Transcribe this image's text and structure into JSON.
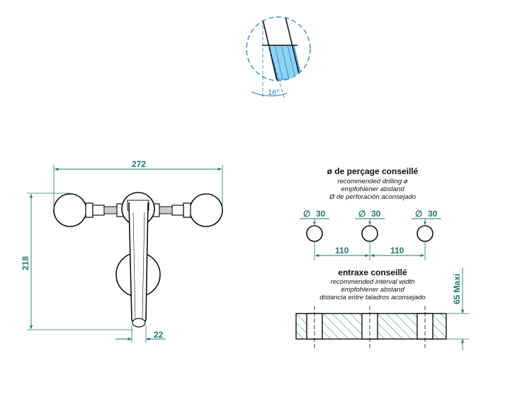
{
  "detail": {
    "angle": "16°"
  },
  "tap": {
    "width": "272",
    "height": "218",
    "spout": "22"
  },
  "drilling": {
    "title": "ø de perçage conseillé",
    "lines": [
      "recommended drilling ø",
      "empfohlener abstand",
      "Ø de perforación aconsejado"
    ],
    "diam_symbol": "∅",
    "diam": "30",
    "spacing": "110"
  },
  "interval": {
    "title": "entraxe conseillé",
    "lines": [
      "recommended interval width",
      "empfohlener abstand",
      "distancia entre taladros aconsejado"
    ],
    "max": "65 Maxi"
  },
  "colors": {
    "dimension": "#1f7a6b",
    "detail": "#2a7fc7",
    "glass": "#8fd3f2"
  }
}
